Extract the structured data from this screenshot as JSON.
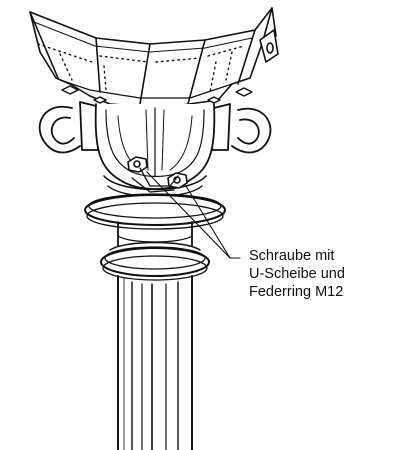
{
  "callout": {
    "lines": [
      "Schraube mit",
      "U-Scheibe und",
      "Federring M12"
    ]
  }
}
